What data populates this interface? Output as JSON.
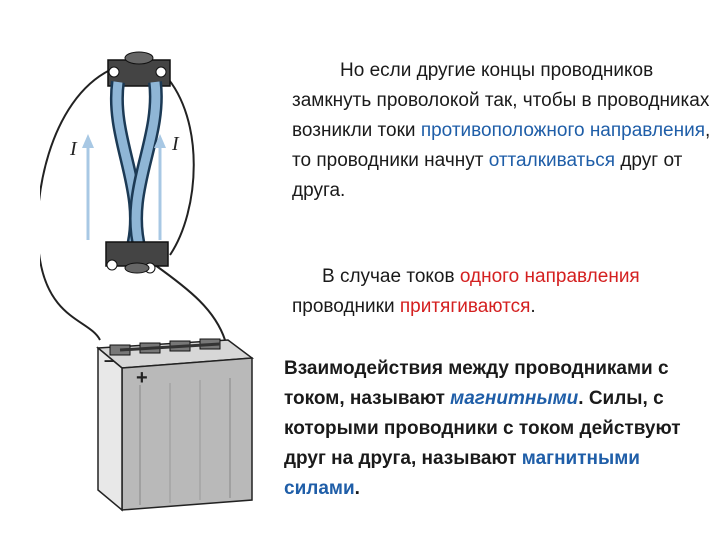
{
  "illustration": {
    "current_label_left": "I",
    "current_label_right": "I",
    "battery_minus": "–",
    "battery_plus": "+"
  },
  "paragraph1": {
    "a": "Но если другие концы проводников замкнуть проволокой так, чтобы в проводниках возникли токи ",
    "b": "противоположного направления",
    "c": ", то проводники начнут ",
    "d": "отталкиваться",
    "e": " друг от друга."
  },
  "paragraph2": {
    "a": "В случае токов ",
    "b": "одного направления",
    "c": " проводники ",
    "d": "притягиваются",
    "e": "."
  },
  "paragraph3": {
    "a": "Взаимодействия между проводниками с током, называют ",
    "b": "магнитными",
    "c": ". Силы, с которыми проводники с током действуют друг на друга, называют ",
    "d": "магнитными силами",
    "e": "."
  },
  "colors": {
    "accent_blue": "#1f5ea8",
    "accent_red": "#d42020",
    "conductor_blue": "#8fb6d6",
    "arrow_blue": "#a8c8e4"
  }
}
